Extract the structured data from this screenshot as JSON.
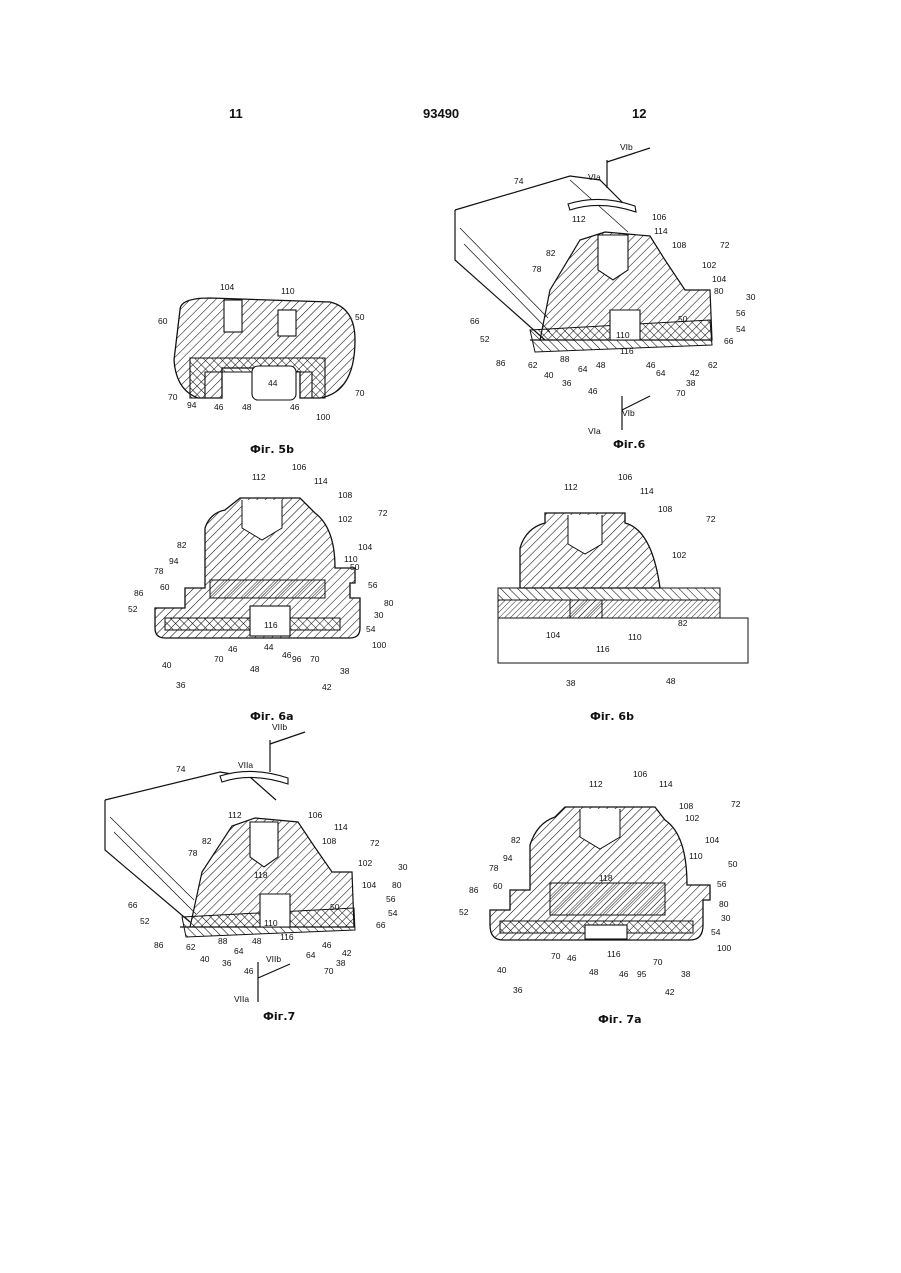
{
  "header": {
    "left": "11",
    "center": "93490",
    "right": "12"
  },
  "figures": {
    "fig5b": {
      "caption": "Фіг. 5b",
      "labels": [
        "104",
        "110",
        "60",
        "50",
        "70",
        "94",
        "46",
        "48",
        "46",
        "100",
        "70",
        "44"
      ]
    },
    "fig6": {
      "caption": "Фіг.6",
      "labels": [
        "VIb",
        "VIa",
        "74",
        "112",
        "106",
        "114",
        "108",
        "72",
        "82",
        "102",
        "78",
        "104",
        "80",
        "30",
        "56",
        "50",
        "66",
        "54",
        "52",
        "110",
        "116",
        "66",
        "86",
        "88",
        "62",
        "40",
        "64",
        "48",
        "46",
        "64",
        "62",
        "36",
        "46",
        "42",
        "38",
        "70",
        "VIb",
        "VIa"
      ]
    },
    "fig6a": {
      "caption": "Фіг. 6a",
      "labels": [
        "106",
        "112",
        "114",
        "108",
        "72",
        "102",
        "82",
        "104",
        "94",
        "110",
        "78",
        "50",
        "60",
        "56",
        "86",
        "80",
        "52",
        "30",
        "116",
        "54",
        "44",
        "100",
        "40",
        "70",
        "46",
        "46",
        "96",
        "70",
        "38",
        "48",
        "42",
        "36"
      ]
    },
    "fig6b": {
      "caption": "Фіг. 6b",
      "labels": [
        "106",
        "112",
        "114",
        "108",
        "72",
        "102",
        "104",
        "110",
        "82",
        "116",
        "38",
        "48"
      ]
    },
    "fig7": {
      "caption": "Фіг.7",
      "labels": [
        "VIIb",
        "VIIa",
        "74",
        "112",
        "106",
        "114",
        "72",
        "108",
        "82",
        "78",
        "102",
        "30",
        "118",
        "104",
        "80",
        "66",
        "50",
        "56",
        "52",
        "54",
        "110",
        "66",
        "86",
        "88",
        "116",
        "62",
        "64",
        "48",
        "46",
        "42",
        "40",
        "36",
        "46",
        "64",
        "38",
        "70",
        "VIIb",
        "VIIa"
      ]
    },
    "fig7a": {
      "caption": "Фіг. 7a",
      "labels": [
        "112",
        "106",
        "114",
        "108",
        "72",
        "102",
        "82",
        "104",
        "94",
        "110",
        "78",
        "50",
        "118",
        "60",
        "56",
        "86",
        "80",
        "52",
        "30",
        "54",
        "116",
        "100",
        "40",
        "70",
        "46",
        "48",
        "46",
        "95",
        "70",
        "38",
        "36",
        "42"
      ]
    }
  }
}
